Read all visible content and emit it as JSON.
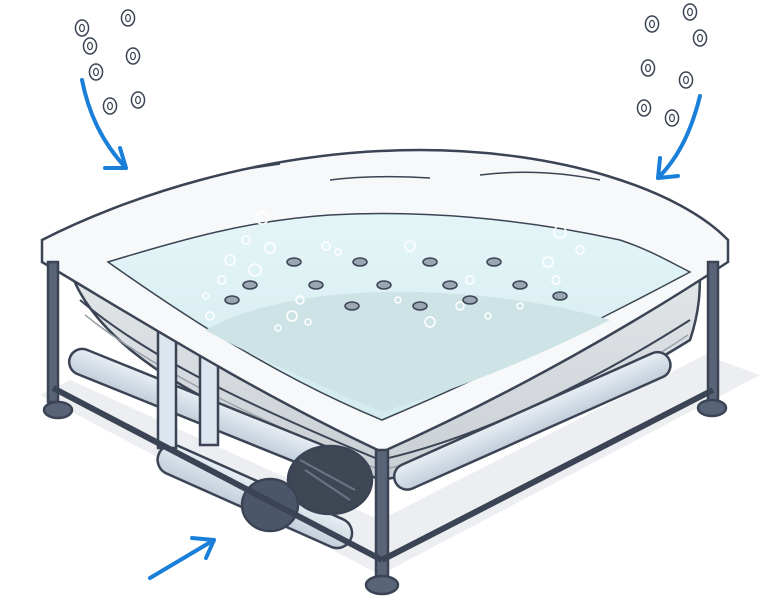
{
  "illustration": {
    "subject": "corner-whirlpool-bathtub-on-frame",
    "colors": {
      "outline": "#3b4454",
      "water_light": "#dcf1f4",
      "water_deep": "#cde3e6",
      "rim": "#f7f8f9",
      "shell": "#d9dcdf",
      "shell_shadow": "#b9bec4",
      "frame": "#4c566a",
      "pipe": "#d4dde6",
      "pump": "#3f4654",
      "arrow": "#1a7fd9",
      "ground_shadow": "#eceef2"
    },
    "icons": {
      "bubble": "bubble-icon",
      "air_flow_arrow": "arrow-icon",
      "jet": "jet-nozzle-icon"
    },
    "air_bubbles_left_count": 7,
    "air_bubbles_right_count": 7,
    "jet_count": 14
  }
}
